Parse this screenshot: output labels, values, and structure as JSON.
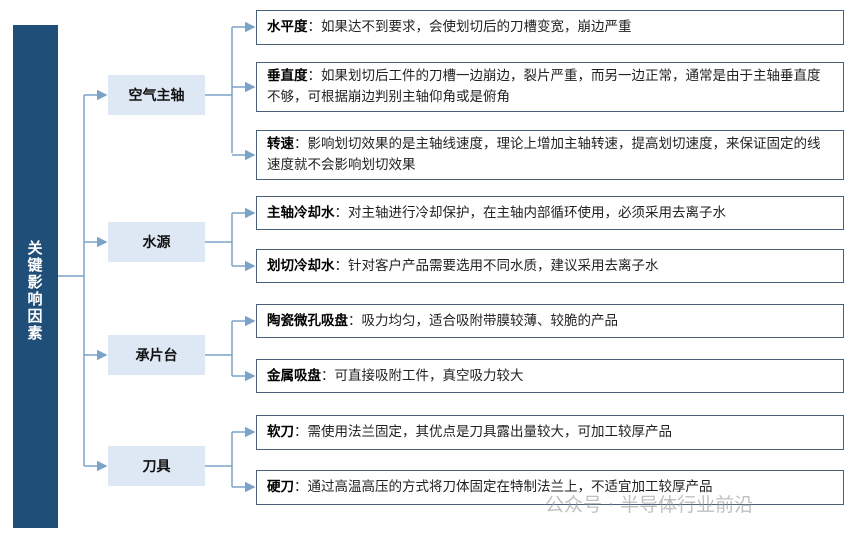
{
  "root_label": "关键影响因素",
  "categories": [
    {
      "label": "空气主轴",
      "items": [
        {
          "term": "水平度",
          "desc": "：如果达不到要求，会使划切后的刀槽变宽，崩边严重"
        },
        {
          "term": "垂直度",
          "desc": "：如果划切后工件的刀槽一边崩边，裂片严重，而另一边正常，通常是由于主轴垂直度不够，可根据崩边判别主轴仰角或是俯角"
        },
        {
          "term": "转速",
          "desc": "：影响划切效果的是主轴线速度，理论上增加主轴转速，提高划切速度，来保证固定的线速度就不会影响划切效果"
        }
      ]
    },
    {
      "label": "水源",
      "items": [
        {
          "term": "主轴冷却水",
          "desc": "：对主轴进行冷却保护，在主轴内部循环使用，必须采用去离子水"
        },
        {
          "term": "划切冷却水",
          "desc": "：针对客户产品需要选用不同水质，建议采用去离子水"
        }
      ]
    },
    {
      "label": "承片台",
      "items": [
        {
          "term": "陶瓷微孔吸盘",
          "desc": "：吸力均匀，适合吸附带膜较薄、较脆的产品"
        },
        {
          "term": "金属吸盘",
          "desc": "：可直接吸附工件，真空吸力较大"
        }
      ]
    },
    {
      "label": "刀具",
      "items": [
        {
          "term": "软刀",
          "desc": "：需使用法兰固定，其优点是刀具露出量较大，可加工较厚产品"
        },
        {
          "term": "硬刀",
          "desc": "：通过高温高压的方式将刀体固定在特制法兰上，不适宜加工较厚产品"
        }
      ]
    }
  ],
  "watermark": "公众号 · 半导体行业前沿",
  "colors": {
    "root": "#1f4e79",
    "category": "#dde8f4",
    "line": "#7ba3c8"
  }
}
